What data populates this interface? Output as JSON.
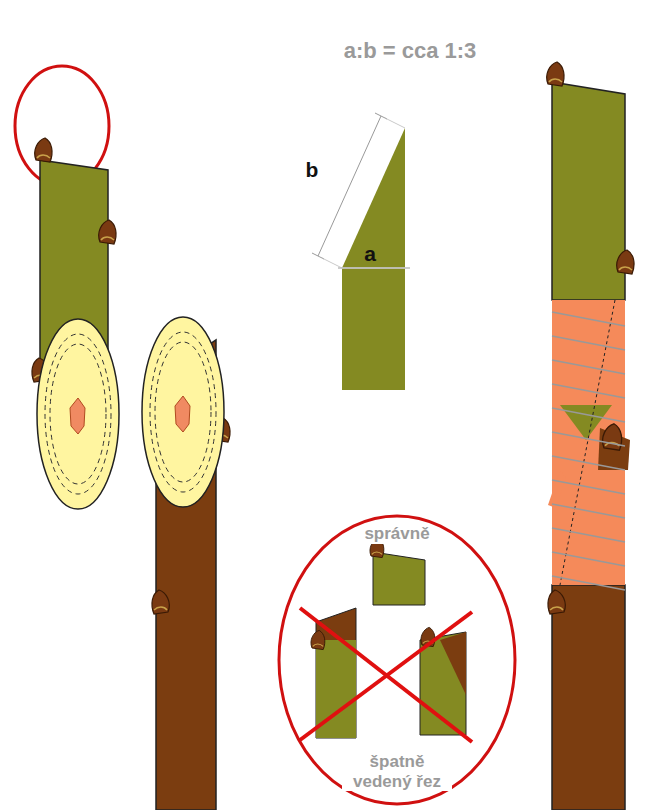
{
  "diagram": {
    "nodes": [
      {
        "text": [
          "správně",
          "špatně vedený řez"
        ]
      }
    ],
    "labels": [
      "a:b = cca 1:3",
      "b",
      "a"
    ]
  }
}
